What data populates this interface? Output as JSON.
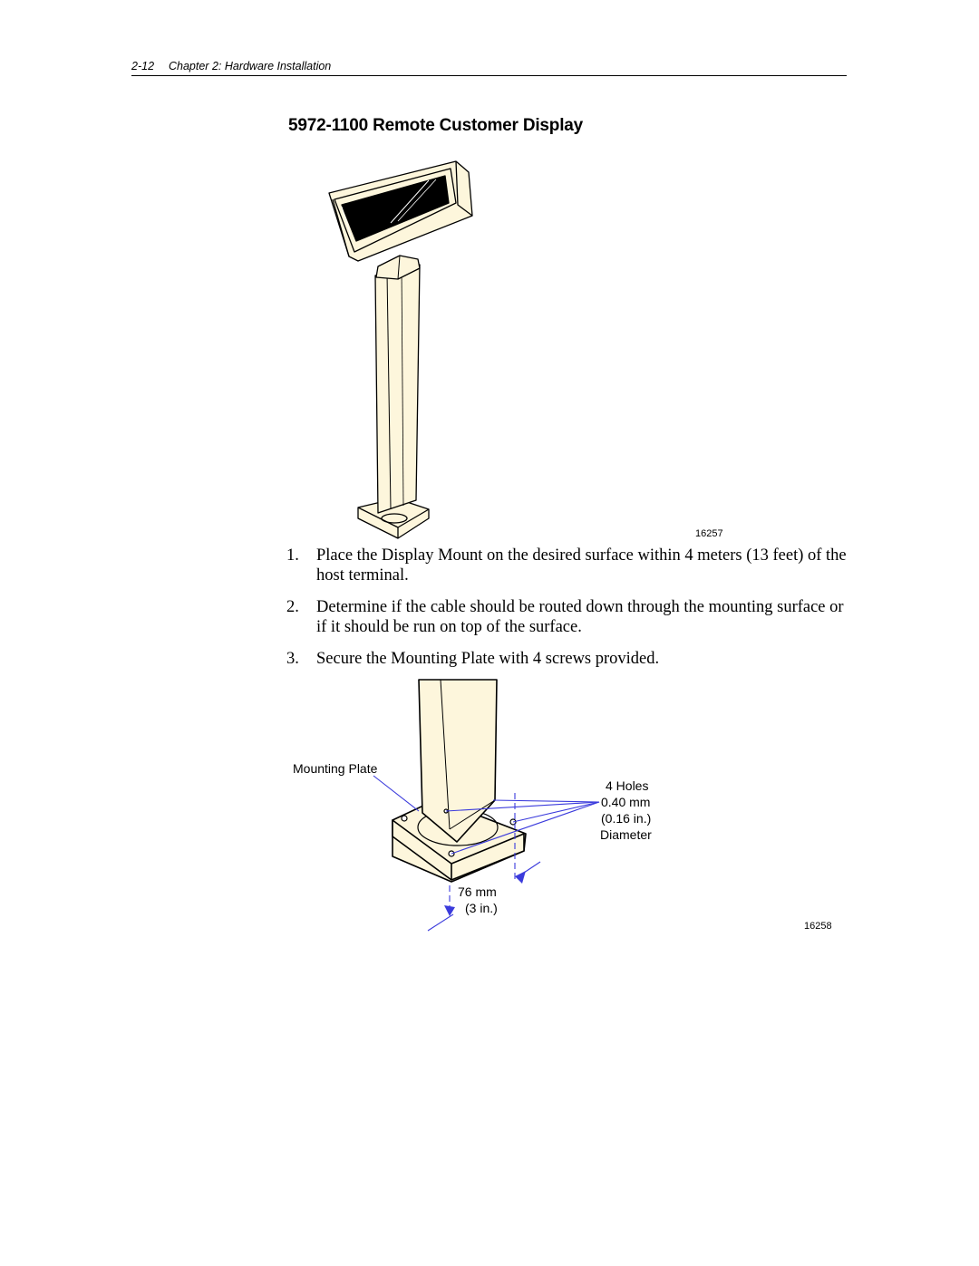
{
  "header": {
    "page_number": "2-12",
    "chapter": "Chapter 2: Hardware Installation"
  },
  "section_title": "5972-1100 Remote Customer Display",
  "figure1": {
    "id": "16257"
  },
  "steps": [
    {
      "num": "1.",
      "text": "Place the Display Mount on the desired surface within 4 meters (13 feet) of the host terminal."
    },
    {
      "num": "2.",
      "text": "Determine if the cable should be routed down through the mounting surface or if it should be run on top of the surface."
    },
    {
      "num": "3.",
      "text": "Secure the Mounting Plate with 4 screws provided."
    }
  ],
  "figure2": {
    "id": "16258",
    "mounting_plate_label": "Mounting Plate",
    "holes_label": [
      "4 Holes",
      "0.40 mm",
      "(0.16 in.)",
      "Diameter"
    ],
    "dimension_label": [
      "76 mm",
      "(3 in.)"
    ]
  },
  "colors": {
    "fill": "#fdf6dc",
    "screen": "#000000",
    "callout": "#3b3bdc"
  }
}
